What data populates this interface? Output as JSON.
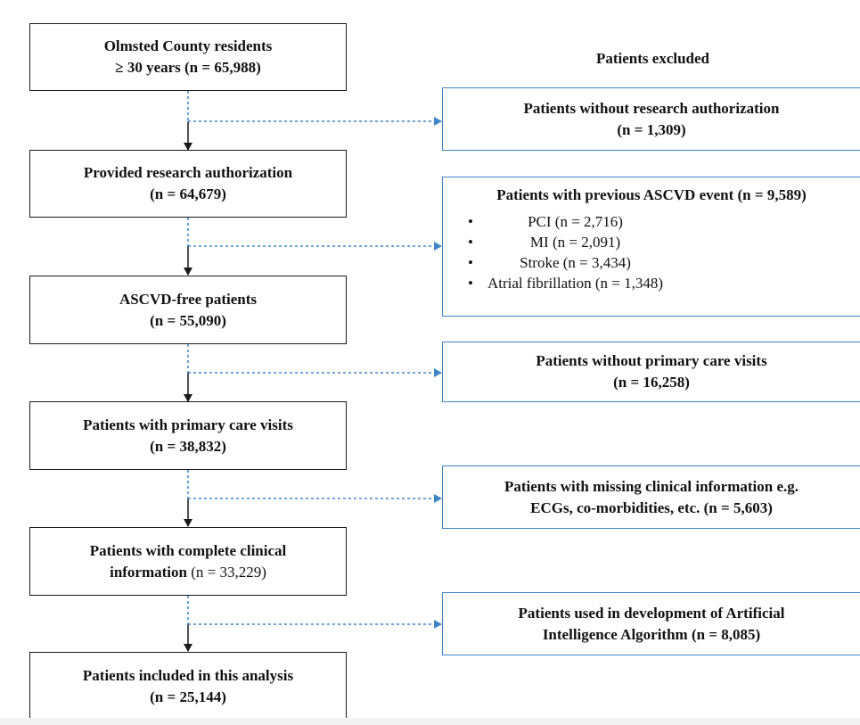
{
  "diagram": {
    "excluded_heading": "Patients excluded",
    "main_steps": [
      {
        "line1": "Olmsted County residents",
        "line2": "≥ 30 years (n = 65,988)"
      },
      {
        "line1": "Provided research authorization",
        "line2": "(n = 64,679)"
      },
      {
        "line1": "ASCVD-free patients",
        "line2": "(n = 55,090)"
      },
      {
        "line1": "Patients with primary care visits",
        "line2": "(n = 38,832)"
      },
      {
        "line1": "Patients with complete clinical",
        "line2_bold": "information",
        "line2_normal": " (n = 33,229)"
      },
      {
        "line1": "Patients included in this analysis",
        "line2": "(n = 25,144)"
      }
    ],
    "exclusions": [
      {
        "line1": "Patients without research authorization",
        "line2": "(n = 1,309)"
      },
      {
        "line1": "Patients with previous ASCVD event (n = 9,589)",
        "items": [
          "PCI (n = 2,716)",
          "MI (n = 2,091)",
          "Stroke (n = 3,434)",
          "Atrial fibrillation (n = 1,348)"
        ]
      },
      {
        "line1": "Patients without primary care visits",
        "line2": "(n = 16,258)"
      },
      {
        "line1": "Patients with missing clinical information e.g.",
        "line2": "ECGs, co-morbidities, etc. (n = 5,603)"
      },
      {
        "line1": "Patients used in development of Artificial",
        "line2": "Intelligence Algorithm (n = 8,085)"
      }
    ],
    "colors": {
      "main_border": "#1a1a1a",
      "exclusion_border": "#3f86c9",
      "arrow_dashed": "#3f86c9"
    }
  }
}
